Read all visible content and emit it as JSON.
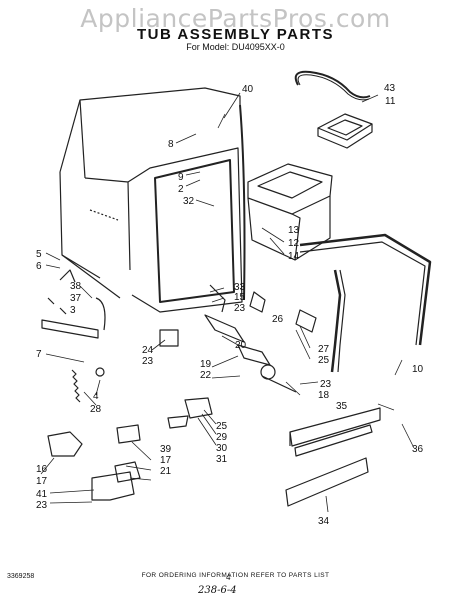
{
  "watermark": "AppliancePartsPros.com",
  "title": "TUB ASSEMBLY PARTS",
  "model": "For Model: DU4095XX-0",
  "footer": {
    "order_info": "FOR ORDERING INFORMATION REFER TO PARTS LIST",
    "code": "3369258",
    "page": "4",
    "handwritten": "238-6-4"
  },
  "callouts": [
    "40",
    "43",
    "11",
    "8",
    "9",
    "2",
    "32",
    "13",
    "12",
    "14",
    "5",
    "6",
    "38",
    "37",
    "3",
    "33",
    "15",
    "23",
    "26",
    "7",
    "24",
    "23",
    "20",
    "27",
    "25",
    "10",
    "19",
    "22",
    "23",
    "18",
    "35",
    "4",
    "28",
    "25",
    "29",
    "30",
    "31",
    "39",
    "17",
    "16",
    "17",
    "21",
    "36",
    "41",
    "23",
    "34"
  ]
}
